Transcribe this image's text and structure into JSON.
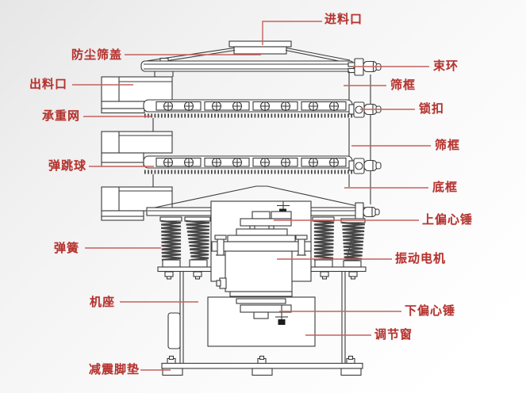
{
  "colors": {
    "label_text": "#b5332f",
    "leader_line": "#c4625e",
    "line_art": "#3a3a3a",
    "background": "#f1f1f1"
  },
  "diagram": {
    "type": "machine-part-callout-diagram",
    "labels": {
      "feed_inlet": {
        "text": "进料口"
      },
      "dust_cover": {
        "text": "防尘筛盖"
      },
      "discharge_outlet": {
        "text": "出料口"
      },
      "load_bearing_mesh": {
        "text": "承重网"
      },
      "bouncing_ball": {
        "text": "弹跳球"
      },
      "spring": {
        "text": "弹簧"
      },
      "machine_base": {
        "text": "机座"
      },
      "shock_foot_pad": {
        "text": "减震脚垫"
      },
      "clamp_ring": {
        "text": "束环"
      },
      "sieve_frame_upper": {
        "text": "筛框"
      },
      "lock_buckle": {
        "text": "锁扣"
      },
      "sieve_frame_lower": {
        "text": "筛框"
      },
      "bottom_frame": {
        "text": "底框"
      },
      "upper_eccentric_hammer": {
        "text": "上偏心锤"
      },
      "vibration_motor": {
        "text": "振动电机"
      },
      "lower_eccentric_hammer": {
        "text": "下偏心锤"
      },
      "adjustment_window": {
        "text": "调节窗"
      }
    }
  }
}
